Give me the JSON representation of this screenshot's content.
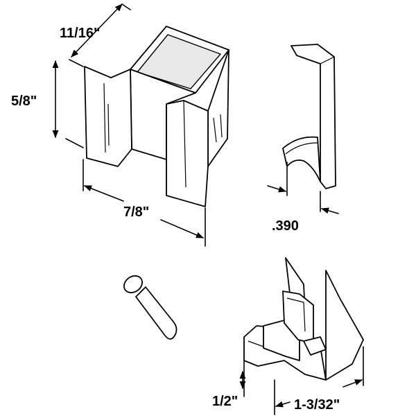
{
  "dimensions": {
    "bracket_depth": "11/16\"",
    "bracket_height": "5/8\"",
    "bracket_width": "7/8\"",
    "clip_thickness": ".390",
    "guide_height": "1/2\"",
    "guide_length": "1-3/32\""
  }
}
